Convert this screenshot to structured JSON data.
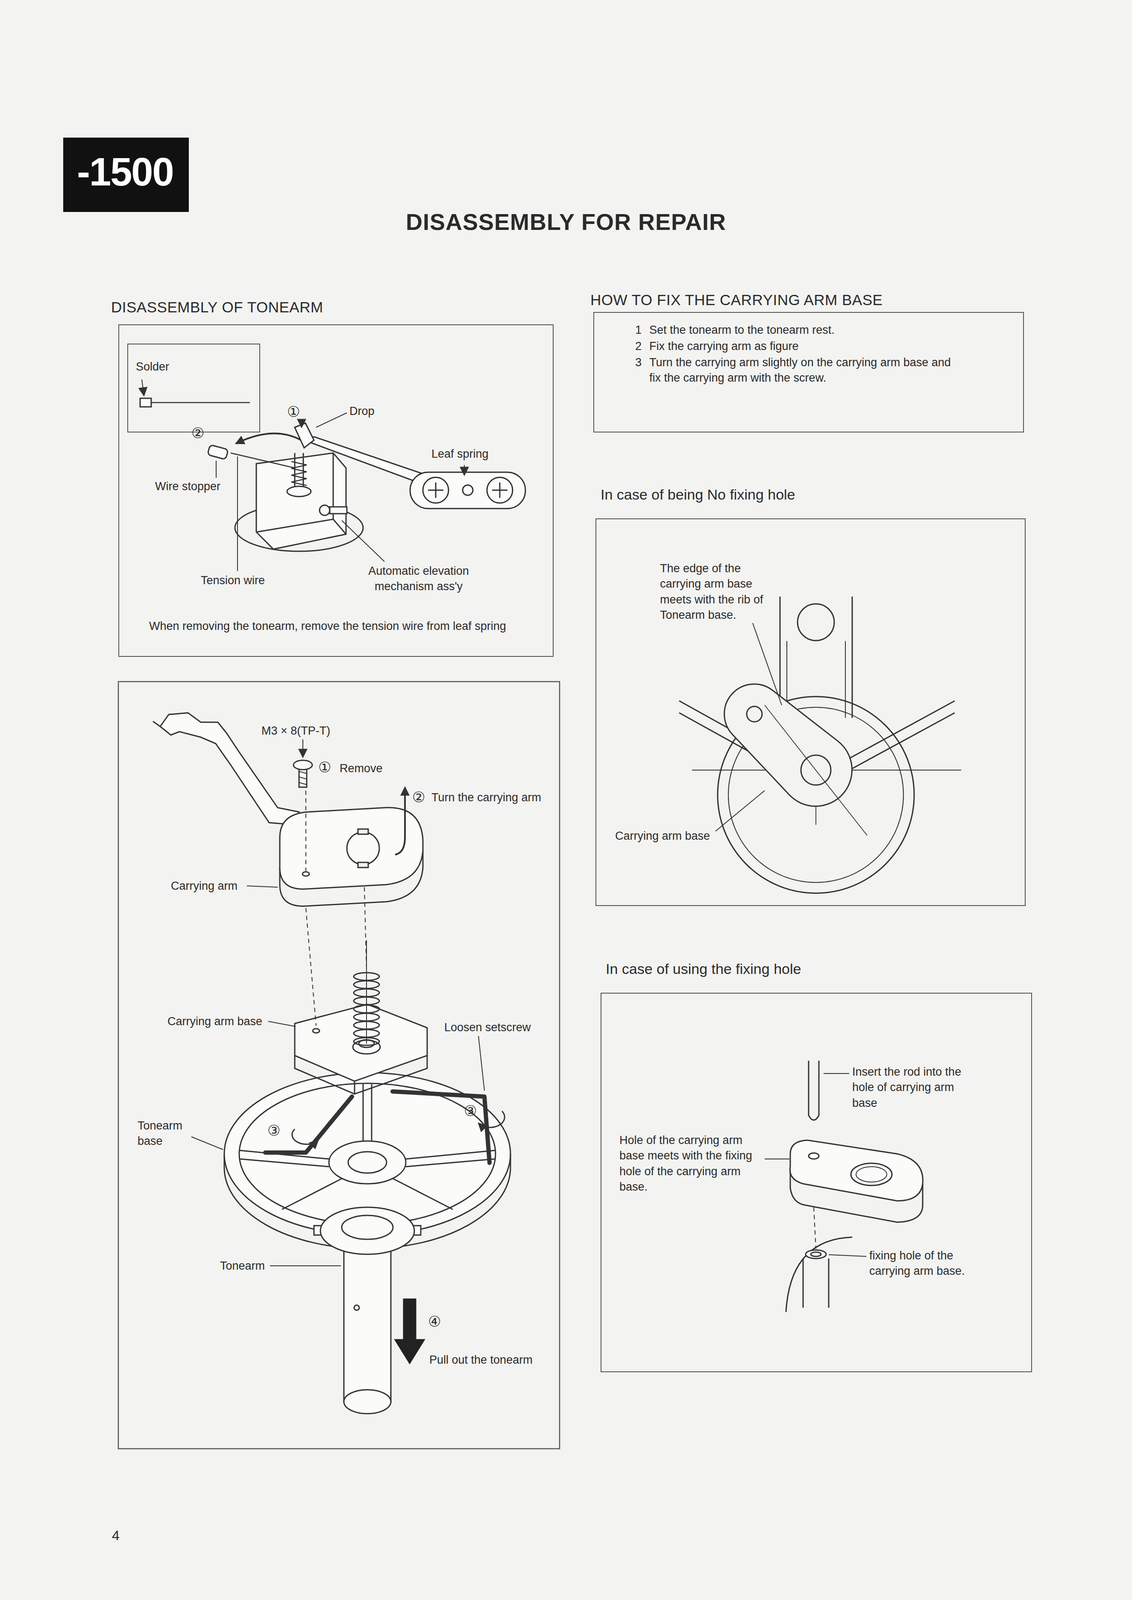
{
  "diagram": {
    "title": "DISASSEMBLY FOR REPAIR",
    "nodes": [
      {
        "text": [
          "-1500"
        ]
      },
      {
        "text": [
          "DISASSEMBLY OF TONEARM",
          "When removing the tonearm, remove the tension wire from leaf spring"
        ]
      },
      {
        "text": [
          "Solder"
        ],
        "in": 1
      },
      {
        "text": [
          "HOW TO FIX THE CARRYING ARM BASE",
          "1",
          "Set the tonearm to the tonearm rest.",
          "2",
          "Fix the carrying arm as figure",
          "3",
          "Turn the carrying arm slightly on the carrying arm base and fix the carrying arm with the screw."
        ]
      },
      {
        "text": [
          "In case of being No fixing hole"
        ]
      },
      {
        "text": [
          "In case of using the fixing hole"
        ]
      }
    ],
    "labels": [
      "①",
      "Drop",
      "②",
      "Leaf spring",
      "Wire stopper",
      "Tension wire",
      "Automatic elevation mechanism ass'y",
      "M3 × 8(TP-T)",
      "①",
      "Remove",
      "②",
      "Turn the carrying arm",
      "Carrying arm",
      "Carrying arm base",
      "Loosen setscrew",
      "③",
      "Tonearm base",
      "③",
      "Tonearm",
      "④",
      "Pull out the tonearm",
      "The edge of the carrying arm base meets with the rib of Tonearm base.",
      "Carrying arm base",
      "Insert the rod into the hole of carrying arm base",
      "Hole of the carrying arm base meets with the fixing hole of the carrying arm base.",
      "fixing hole of the carrying arm base.",
      "4"
    ]
  }
}
